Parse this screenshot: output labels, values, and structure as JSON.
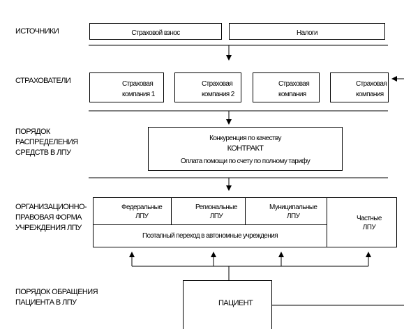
{
  "rows": {
    "sources": "ИСТОЧНИКИ",
    "insurers": "СТРАХОВАТЕЛИ",
    "distribution": [
      "ПОРЯДОК",
      "РАСПРЕДЕЛЕНИЯ",
      "СРЕДСТВ В ЛПУ"
    ],
    "org_form": [
      "ОРГАНИЗАЦИОННО-",
      "ПРАВОВАЯ ФОРМА",
      "УЧРЕЖДЕНИЯ ЛПУ"
    ],
    "patient_access": [
      "ПОРЯДОК ОБРАЩЕНИЯ",
      "ПАЦИЕНТА В ЛПУ"
    ]
  },
  "sources": {
    "insurance": "Страховой взнос",
    "taxes": "Налоги"
  },
  "insurance_companies": [
    [
      "Страховая",
      "компания 1"
    ],
    [
      "Страховая",
      "компания 2"
    ],
    [
      "Страховая",
      "компания"
    ],
    [
      "Страховая",
      "компания"
    ]
  ],
  "distribution_box": {
    "line1": "Конкуренция по качеству",
    "line2": "КОНТРАКТ",
    "line3": "Оплата помощи по счету по полному тарифу"
  },
  "facilities": {
    "federal": [
      "Федеральные",
      "ЛПУ"
    ],
    "regional": [
      "Региональные",
      "ЛПУ"
    ],
    "municipal": [
      "Муниципальные",
      "ЛПУ"
    ],
    "transition": "Поэтапный переход в автономные учреждения",
    "private": [
      "Частные",
      "ЛПУ"
    ]
  },
  "patient": "ПАЦИЕНТ"
}
